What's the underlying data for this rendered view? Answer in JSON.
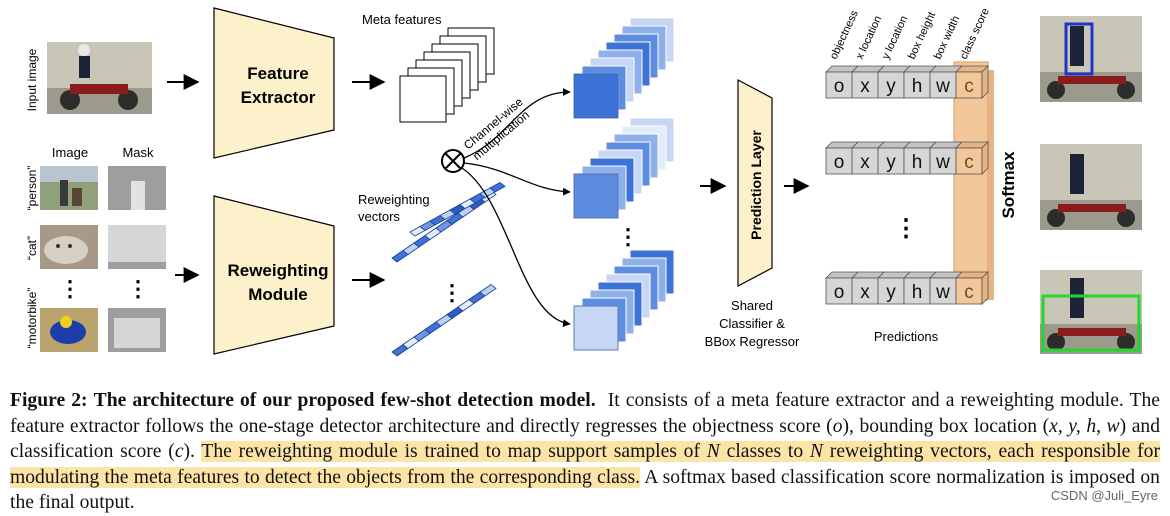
{
  "figure": {
    "input_label": "Input image",
    "col_image": "Image",
    "col_mask": "Mask",
    "class_person": "“person”",
    "class_cat": "“cat”",
    "class_motorbike": "“motorbike”",
    "feature_extractor": [
      "Feature",
      "Extractor"
    ],
    "reweighting_module": [
      "Reweighting",
      "Module"
    ],
    "meta_features": "Meta features",
    "reweighting_vectors": [
      "Reweighting",
      "vectors"
    ],
    "channel_wise": [
      "Channel-wise",
      "multiplication"
    ],
    "prediction_layer": "Prediction Layer",
    "shared_classifier": [
      "Shared",
      "Classifier &",
      "BBox Regressor"
    ],
    "predictions_label": "Predictions",
    "softmax": "Softmax",
    "pred_cells": [
      "o",
      "x",
      "y",
      "h",
      "w",
      "c"
    ],
    "pred_headers": [
      "objectness",
      "x location",
      "y location",
      "box height",
      "box width",
      "class score"
    ],
    "colors": {
      "module_fill": "#fdf1cc",
      "softmax_fill": "#f2c89b",
      "vector_blue": "#3d72d6",
      "box_blue": "#1f35c9",
      "box_green": "#23d62a"
    }
  },
  "caption": {
    "fig_label": "Figure 2:",
    "title": "The architecture of our proposed few-shot detection model.",
    "s1": "It consists of a meta feature extractor and a reweighting module. The feature extractor follows the one-stage detector architecture and directly regresses the objectness score (",
    "o": "o",
    "s2": "), bounding box location (",
    "xyhw": "x, y, h, w",
    "s3": ") and classification score (",
    "c": "c",
    "s4": ").",
    "hl1": "The reweighting module is trained to map support samples of",
    "N1": "N",
    "hl2": "classes to",
    "N2": "N",
    "hl3": "reweighting vectors, each responsible for modulating the meta features to detect the objects from the corresponding class.",
    "s5": "A softmax based classification score normalization is imposed on the final output."
  },
  "watermark": "CSDN @Juli_Eyre"
}
